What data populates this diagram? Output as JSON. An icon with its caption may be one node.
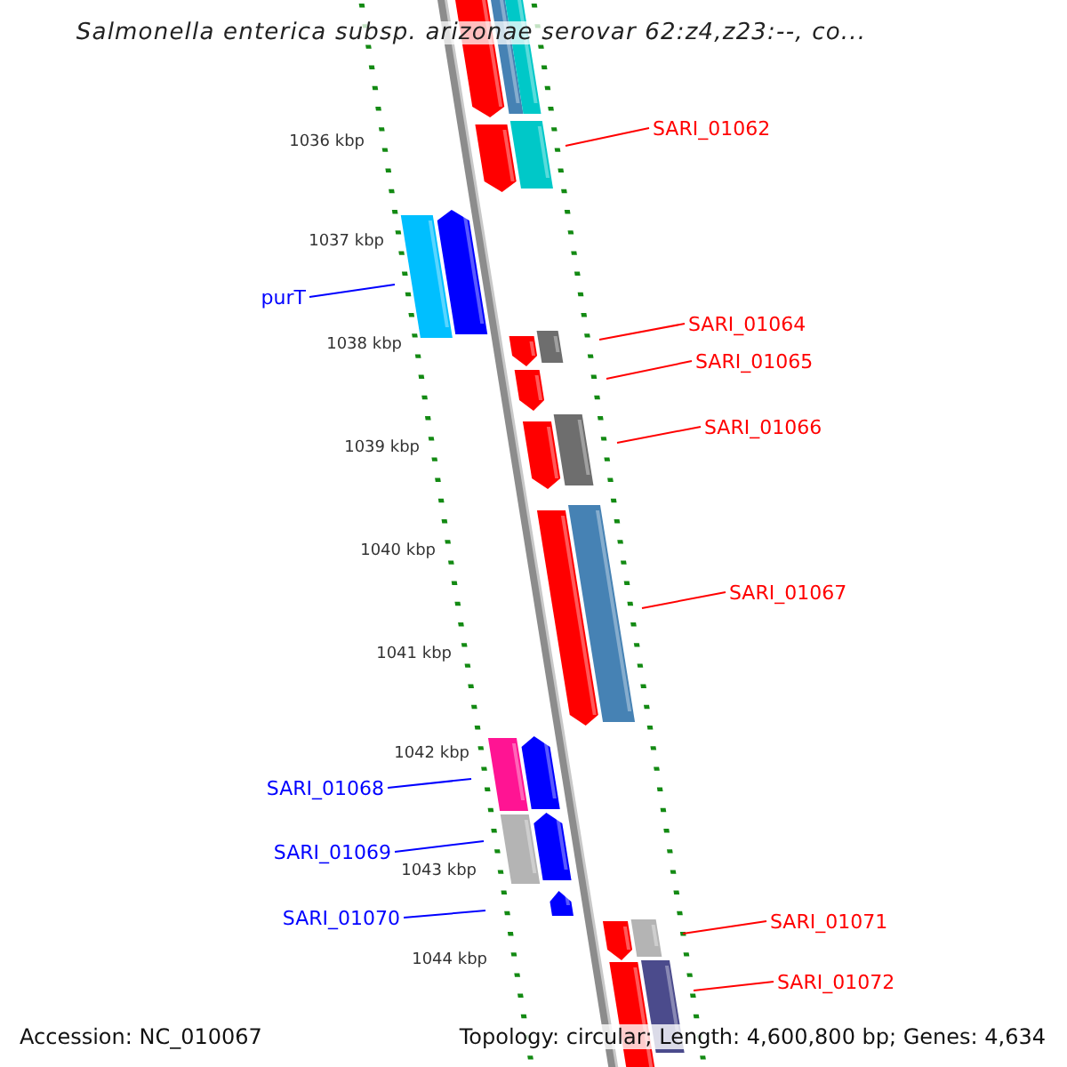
{
  "diagram": {
    "title": "Salmonella enterica subsp. arizonae serovar 62:z4,z23:--, co...",
    "nodes": [
      {
        "text": [
          "SARI_01062"
        ]
      },
      {
        "text": [
          "purT"
        ]
      },
      {
        "text": [
          "SARI_01064"
        ]
      },
      {
        "text": [
          "SARI_01065"
        ]
      },
      {
        "text": [
          "SARI_01066"
        ]
      },
      {
        "text": [
          "SARI_01067"
        ]
      },
      {
        "text": [
          "SARI_01068"
        ]
      },
      {
        "text": [
          "SARI_01069"
        ]
      },
      {
        "text": [
          "SARI_01070"
        ]
      },
      {
        "text": [
          "SARI_01071"
        ]
      },
      {
        "text": [
          "SARI_01072"
        ]
      }
    ],
    "edges": [
      {
        "from": 0,
        "to": null,
        "arrow": "none"
      },
      {
        "from": 1,
        "to": null,
        "arrow": "none",
        "color": "#0000ff"
      },
      {
        "from": 2,
        "to": null,
        "arrow": "none"
      },
      {
        "from": 3,
        "to": null,
        "arrow": "none"
      },
      {
        "from": 4,
        "to": null,
        "arrow": "none"
      },
      {
        "from": 5,
        "to": null,
        "arrow": "none"
      },
      {
        "from": 6,
        "to": null,
        "arrow": "none",
        "color": "#0000ff"
      },
      {
        "from": 7,
        "to": null,
        "arrow": "none",
        "color": "#0000ff"
      },
      {
        "from": 8,
        "to": null,
        "arrow": "none",
        "color": "#0000ff"
      },
      {
        "from": 9,
        "to": null,
        "arrow": "none"
      },
      {
        "from": 10,
        "to": null,
        "arrow": "none"
      }
    ],
    "labels": [
      "1036 kbp",
      "1037 kbp",
      "1038 kbp",
      "1039 kbp",
      "1040 kbp",
      "1041 kbp",
      "1042 kbp",
      "1043 kbp",
      "1044 kbp",
      "Accession: NC_010067",
      "Topology: circular; Length: 4,600,800 bp; Genes: 4,634"
    ]
  }
}
